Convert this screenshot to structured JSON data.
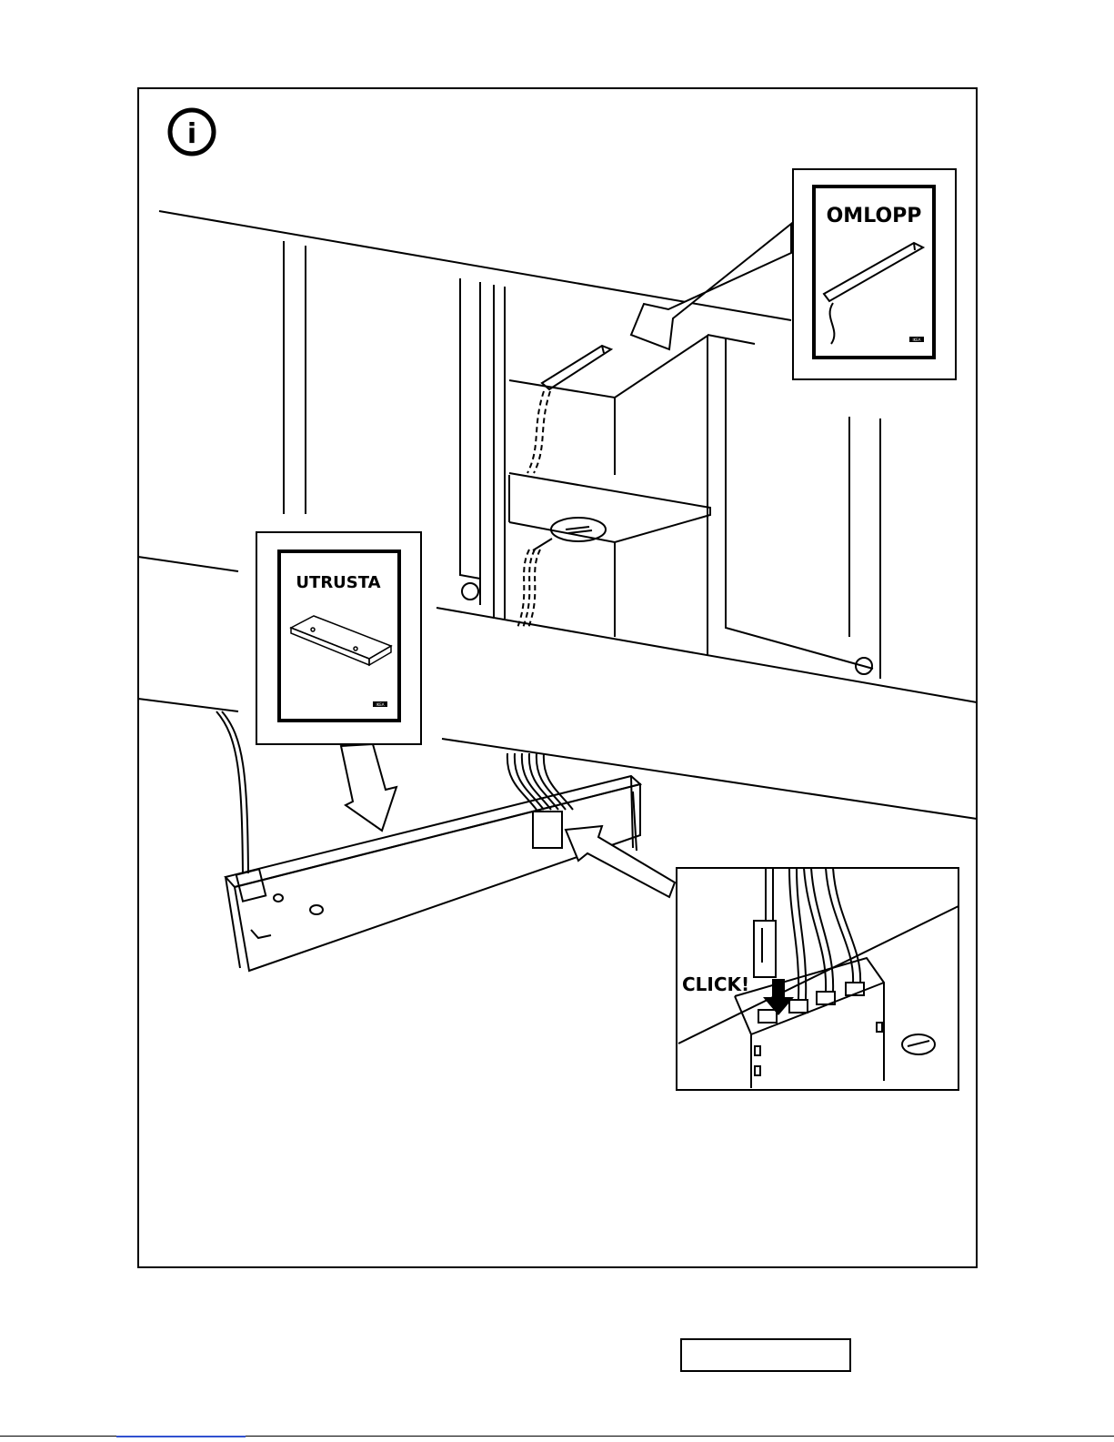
{
  "page": {
    "info_icon_glyph": "i",
    "info_icon": "info-circle-icon"
  },
  "callouts": {
    "omlopp": {
      "title": "OMLOPP",
      "brand": "IKEA"
    },
    "utrusta": {
      "title": "UTRUSTA",
      "brand": "IKEA"
    },
    "click_detail": {
      "label": "CLICK!"
    }
  },
  "colors": {
    "ink": "#000000",
    "paper": "#ffffff",
    "footer_link": "#3050d0"
  }
}
